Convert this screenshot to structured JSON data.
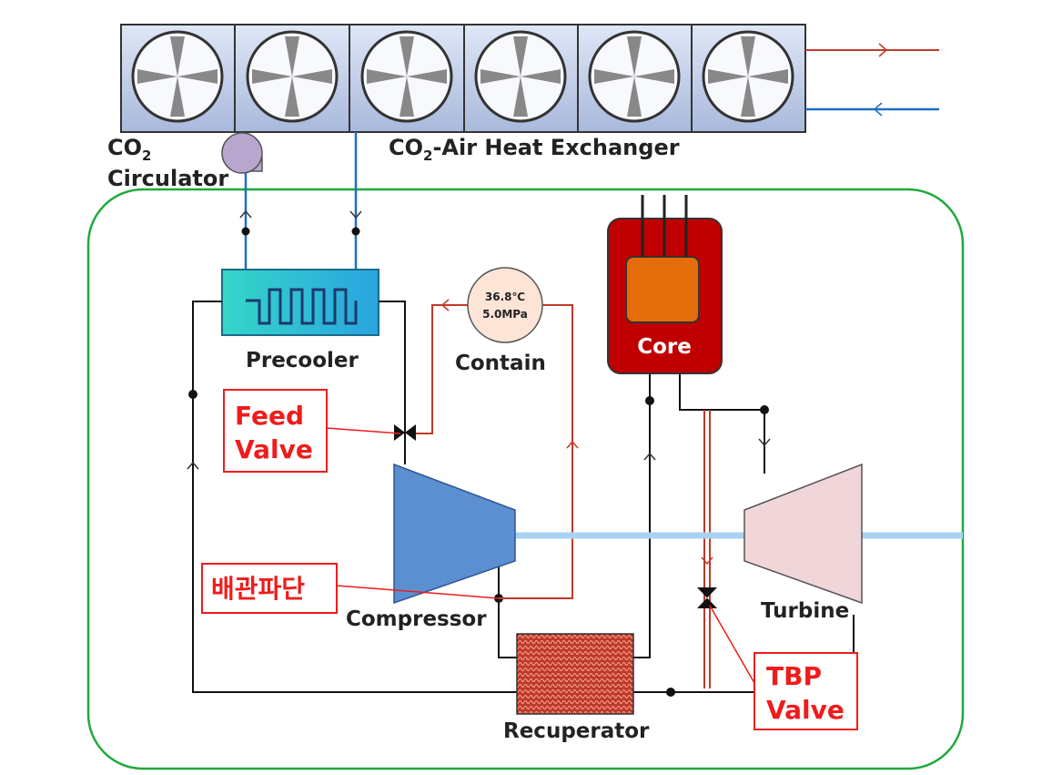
{
  "labels": {
    "co2_circulator_line1": "CO",
    "co2_circulator_sub": "2",
    "co2_circulator_line2": "Circulator",
    "hx_prefix": "CO",
    "hx_sub": "2",
    "hx_suffix": "-Air Heat Exchanger",
    "precooler": "Precooler",
    "contain": "Contain",
    "contain_temp": "36.8℃",
    "contain_pressure": "5.0MPa",
    "core": "Core",
    "feed_valve_line1": "Feed",
    "feed_valve_line2": "Valve",
    "pipe_break": "배관파단",
    "compressor": "Compressor",
    "turbine": "Turbine",
    "recuperator": "Recuperator",
    "tbp_valve_line1": "TBP",
    "tbp_valve_line2": "Valve"
  },
  "icons": {
    "fan": "fan-icon",
    "pump": "circulator-pump-icon",
    "valve": "valve-icon"
  },
  "colors": {
    "boundary": "#1faa3c",
    "hot_pipe": "#c0392b",
    "cold_pipe": "#1f6fc4",
    "core_outer": "#c00000",
    "core_inner": "#e46c0a",
    "compressor": "#5b8fd0",
    "turbine": "#f0d6d8",
    "annotation": "#ee1c1c"
  }
}
